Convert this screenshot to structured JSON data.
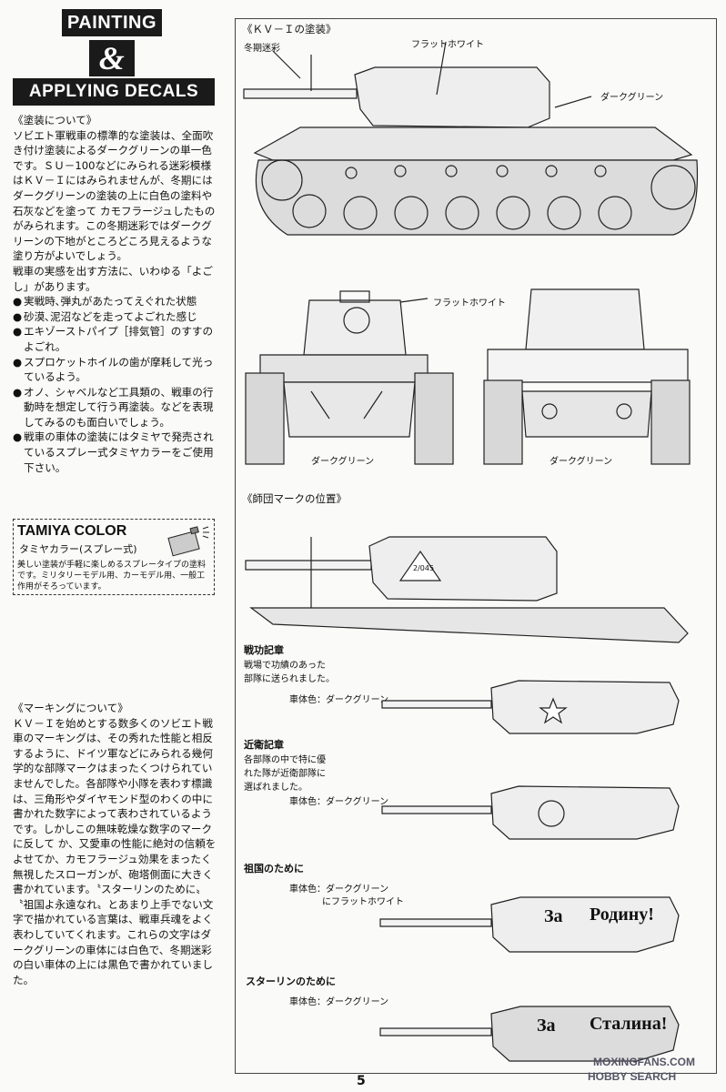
{
  "header": {
    "line1": "PAINTING",
    "ampersand": "&",
    "line2": "APPLYING DECALS"
  },
  "painting": {
    "title": "《塗装について》",
    "para1": "ソビエト軍戦車の標準的な塗装は、全面吹き付け塗装によるダークグリーンの単一色です。ＳＵ－100などにみられる迷彩模様はＫＶ－Ｉにはみられませんが、冬期にはダークグリーンの塗装の上に白色の塗料や石灰などを塗って カモフラージュしたものがみられます。この冬期迷彩ではダークグリーンの下地がところどころ見えるような塗り方がよいでしょう。",
    "para2": "戦車の実感を出す方法に、いわゆる「よごし」があります。",
    "bullets": [
      "実戦時､弾丸があたってえぐれた状態",
      "砂漠､泥沼などを走ってよごれた感じ",
      "エキゾーストパイプ［排気管］のすすのよごれ。",
      "スプロケットホイルの歯が摩耗して光っているよう。",
      "オノ、シャベルなど工具類の、戦車の行動時を想定して行う再塗装。などを表現してみるのも面白いでしょう。",
      "戦車の車体の塗装にはタミヤで発売されているスプレー式タミヤカラーをご使用下さい。"
    ],
    "bullet_mark": "●"
  },
  "tamiya": {
    "title": "TAMIYA COLOR",
    "subtitle": "タミヤカラー(スプレー式)",
    "desc": "美しい塗装が手軽に楽しめるスプレータイプの塗料です。ミリタリーモデル用、カーモデル用、一般工作用がそろっています。"
  },
  "marking": {
    "title": "《マーキングについて》",
    "para": "ＫＶ－Ｉを始めとする数多くのソビエト戦車のマーキングは、その秀れた性能と相反するように、ドイツ軍などにみられる幾何学的な部隊マークはまったくつけられていませんでした。各部隊や小隊を表わす標識は、三角形やダイヤモンド型のわくの中に書かれた数字によって表わされているようです。しかしこの無味乾燥な数字のマークに反して か、又愛車の性能に絶対の信頼をよせてか、カモフラージュ効果をまったく無視したスローガンが、砲塔側面に大きく書かれています。〝スターリンのために〟〝祖国よ永遠なれ〟とあまり上手でない文字で描かれている言葉は、戦車兵魂をよく表わしていてくれます。これらの文字はダークグリーンの車体には白色で、冬期迷彩の白い車体の上には黒色で書かれていました。"
  },
  "diagrams": {
    "kv1_title": "《ＫＶ－Ｉの塗装》",
    "winter_camo": "冬期迷彩",
    "flat_white": "フラットホワイト",
    "dark_green": "ダークグリーン",
    "division_title": "《師団マークの位置》",
    "division_mark": "2/045",
    "variants": [
      {
        "name": "戦功記章",
        "desc1": "戦場で功績のあった",
        "desc2": "部隊に送られました。",
        "color": "車体色：ダークグリーン"
      },
      {
        "name": "近衛記章",
        "desc1": "各部隊の中で特に優",
        "desc2": "れた隊が近衛部隊に",
        "desc3": "選ばれました。",
        "color": "車体色：ダークグリーン"
      },
      {
        "name": "祖国のために",
        "color": "車体色：ダークグリーン",
        "color2": "にフラットホワイト",
        "slogan1": "За",
        "slogan2": "Родину!"
      },
      {
        "name": "スターリンのために",
        "color": "車体色：ダークグリーン",
        "slogan1": "За",
        "slogan2": "Сталина!"
      }
    ]
  },
  "footer": {
    "page": "5",
    "wm1": "MOXINGFANS.COM",
    "wm2": "HOBBY SEARCH"
  }
}
